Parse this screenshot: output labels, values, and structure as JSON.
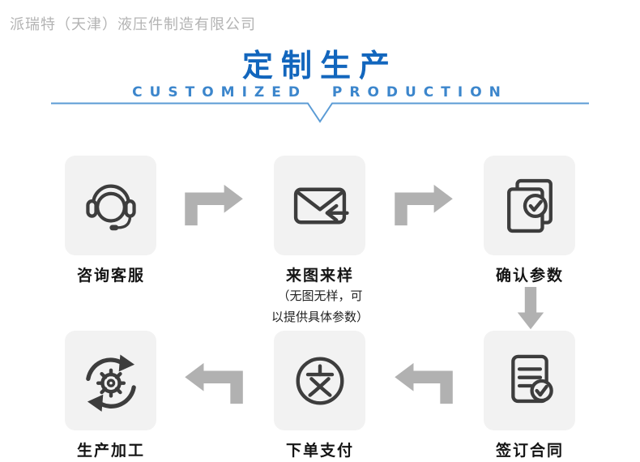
{
  "company": "派瑞特（天津）液压件制造有限公司",
  "header": {
    "title": "定制生产",
    "subtitle": "CUSTOMIZED PRODUCTION"
  },
  "steps": [
    {
      "label": "咨询客服",
      "icon": "headset-icon"
    },
    {
      "label": "来图来样",
      "icon": "envelope-arrow-icon",
      "note_line1": "（无图无样，可",
      "note_line2": "以提供具体参数）"
    },
    {
      "label": "确认参数",
      "icon": "documents-check-icon"
    },
    {
      "label": "签订合同",
      "icon": "contract-check-icon"
    },
    {
      "label": "下单支付",
      "icon": "alipay-icon",
      "glyph": "支"
    },
    {
      "label": "生产加工",
      "icon": "gear-cycle-icon"
    }
  ],
  "colors": {
    "title_blue": "#1266bd",
    "subtitle_blue": "#3c86cc",
    "divider_blue": "#5b9bd5",
    "arrow_gray": "#b1b1b1",
    "icon_dark": "#3d3d3d",
    "box_bg": "#f2f2f2",
    "company_gray": "#b3b3b3"
  }
}
